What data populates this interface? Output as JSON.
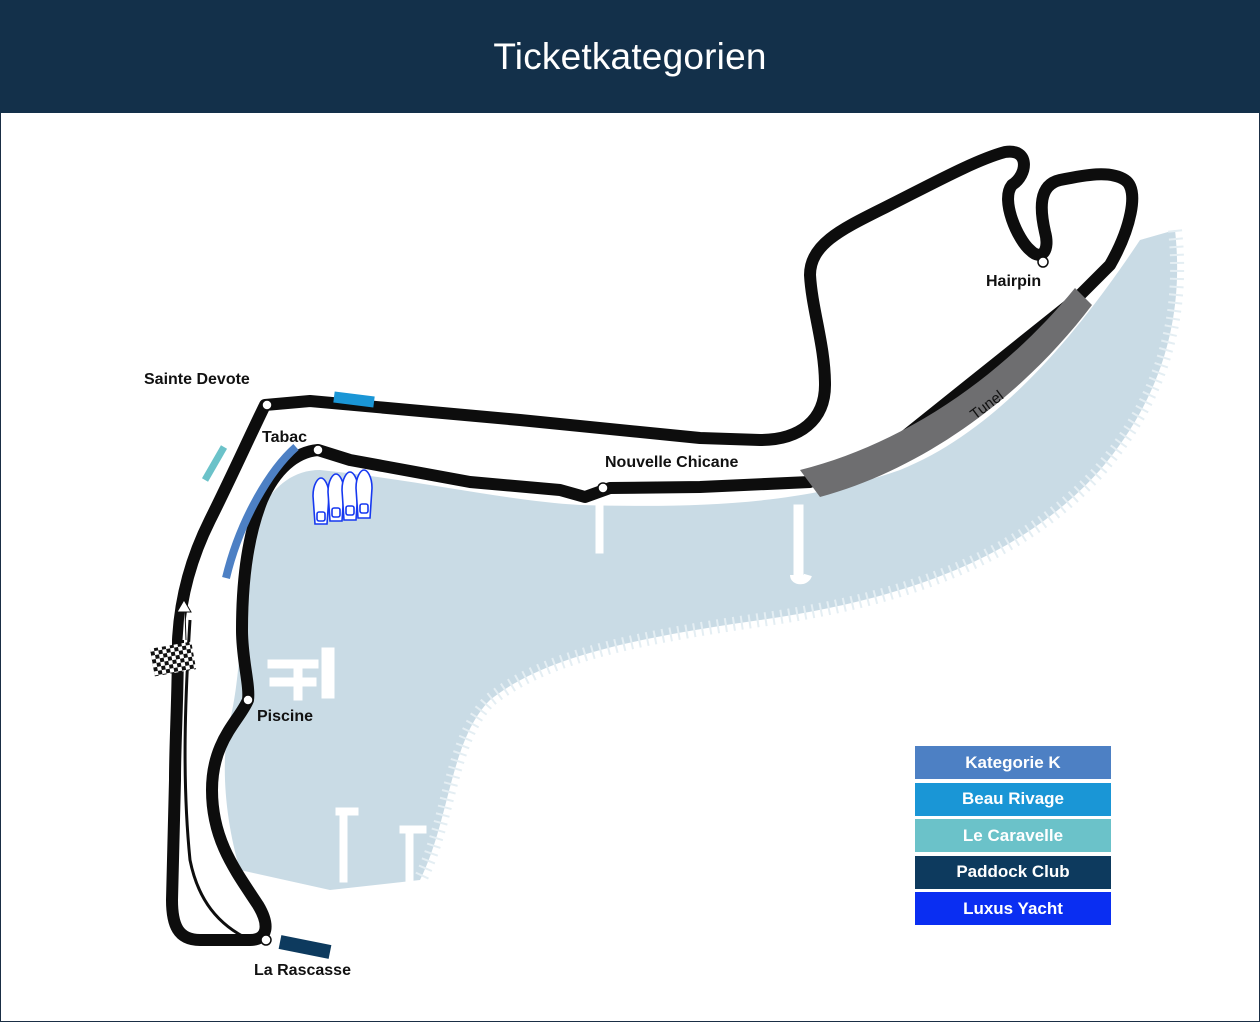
{
  "header": {
    "title": "Ticketkategorien"
  },
  "map": {
    "labels": {
      "sainte_devote": "Sainte Devote",
      "tabac": "Tabac",
      "nouvelle_chicane": "Nouvelle Chicane",
      "hairpin": "Hairpin",
      "tunnel": "Tunel",
      "piscine": "Piscine",
      "la_rascasse": "La Rascasse"
    },
    "colors": {
      "track": "#0d0d0d",
      "sea": "#c9dbe5",
      "tunnel": "#6e6e70"
    }
  },
  "legend": [
    {
      "label": "Kategorie K",
      "color": "#4d80c4"
    },
    {
      "label": "Beau Rivage",
      "color": "#1a96d6"
    },
    {
      "label": "Le Caravelle",
      "color": "#6bc2c9"
    },
    {
      "label": "Paddock Club",
      "color": "#0d3a5e"
    },
    {
      "label": "Luxus Yacht",
      "color": "#0a2ef2"
    }
  ]
}
